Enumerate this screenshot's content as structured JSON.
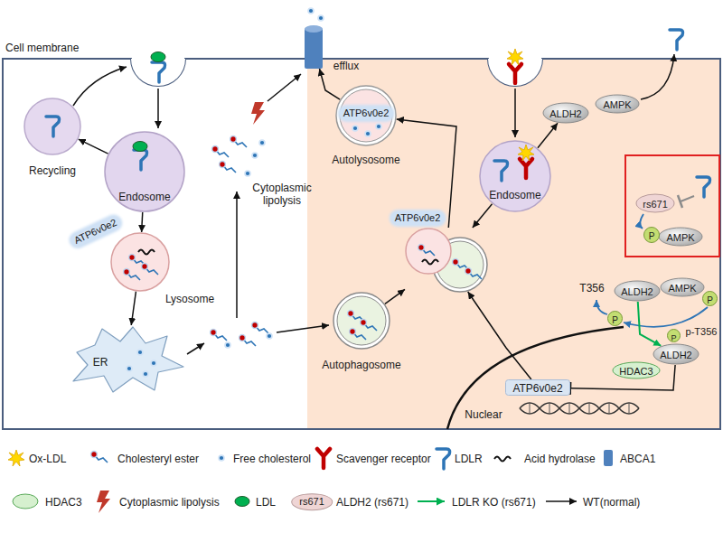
{
  "diagram": {
    "nodes": [
      {
        "text": [
          "Recycling"
        ]
      },
      {
        "text": [
          "Endosome"
        ]
      },
      {
        "text": [
          "ATP6v0e2",
          "Lysosome"
        ]
      },
      {
        "text": [
          "ER"
        ]
      },
      {
        "text": [
          "efflux"
        ]
      },
      {
        "text": [
          "ATP6v0e2",
          "Autolysosome"
        ]
      },
      {
        "text": [
          "ATP6v0e2"
        ]
      },
      {
        "text": [
          "Autophagosome"
        ]
      },
      {
        "text": [
          "Endosome"
        ]
      },
      {
        "text": [
          "ALDH2"
        ]
      },
      {
        "text": [
          "AMPK"
        ]
      },
      {
        "text": [
          "rs671"
        ]
      },
      {
        "text": [
          "AMPK"
        ]
      },
      {
        "text": [
          "P"
        ]
      },
      {
        "text": [
          "ALDH2"
        ]
      },
      {
        "text": [
          "AMPK"
        ]
      },
      {
        "text": [
          "P"
        ]
      },
      {
        "text": [
          "P"
        ]
      },
      {
        "text": [
          "ALDH2"
        ]
      },
      {
        "text": [
          "P"
        ]
      },
      {
        "text": [
          "HDAC3"
        ]
      },
      {
        "text": [
          "ATP6v0e2"
        ]
      }
    ],
    "edges": [
      {
        "from": 1,
        "to": 0,
        "arrow": "to"
      },
      {
        "from": 1,
        "to": 2,
        "arrow": "to"
      },
      {
        "from": 2,
        "to": 3,
        "arrow": "to"
      },
      {
        "from": 7,
        "to": 6,
        "arrow": "to"
      },
      {
        "from": 8,
        "to": 6,
        "arrow": "to"
      },
      {
        "from": 6,
        "to": 5,
        "arrow": "to"
      },
      {
        "from": 5,
        "to": 4,
        "arrow": "to"
      },
      {
        "from": 8,
        "to": 9,
        "arrow": "to"
      },
      {
        "from": 14,
        "to": 18,
        "arrow": "to"
      },
      {
        "from": 18,
        "to": 21,
        "arrow": "to"
      },
      {
        "from": 21,
        "to": 6,
        "arrow": "to"
      }
    ],
    "labels": [
      "Cell membrane",
      "Cytoplasmic lipolysis",
      "T356",
      "p-T356",
      "Nuclear",
      "rs671"
    ],
    "legend": [
      {
        "text": "Ox-LDL"
      },
      {
        "text": "Cholesteryl ester"
      },
      {
        "text": "Free cholesterol"
      },
      {
        "text": "Scavenger receptor"
      },
      {
        "text": "LDLR"
      },
      {
        "text": "Acid hydrolase"
      },
      {
        "text": "ABCA1"
      },
      {
        "text": "HDAC3"
      },
      {
        "text": "Cytoplasmic lipolysis"
      },
      {
        "text": "LDL"
      },
      {
        "text": "ALDH2 (rs671)"
      },
      {
        "text": "LDLR KO (rs671)"
      },
      {
        "text": "WT(normal)"
      }
    ]
  }
}
